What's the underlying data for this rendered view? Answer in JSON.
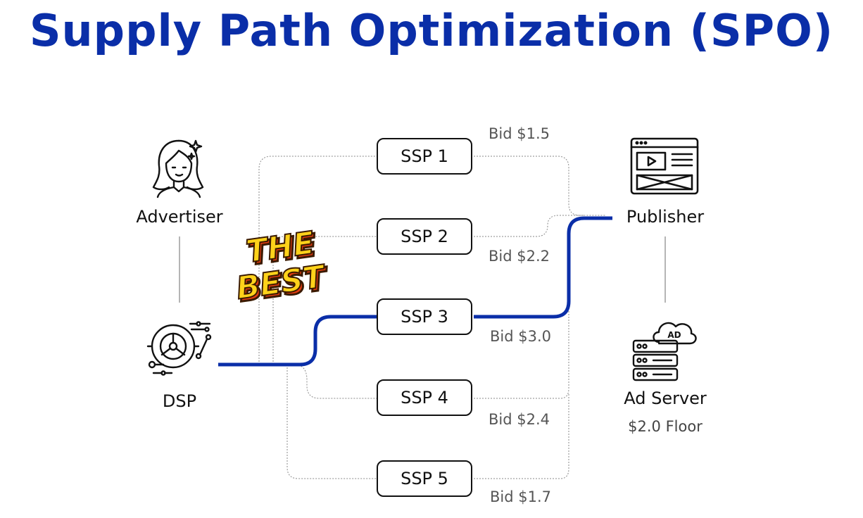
{
  "title": "Supply Path Optimization (SPO)",
  "nodes": {
    "advertiser": "Advertiser",
    "dsp": "DSP",
    "publisher": "Publisher",
    "ad_server": "Ad Server",
    "ad_server_floor": "$2.0 Floor",
    "ad_server_icon_text": "AD"
  },
  "ssps": [
    {
      "label": "SSP 1",
      "bid": "Bid $1.5"
    },
    {
      "label": "SSP 2",
      "bid": "Bid $2.2"
    },
    {
      "label": "SSP 3",
      "bid": "Bid $3.0"
    },
    {
      "label": "SSP 4",
      "bid": "Bid $2.4"
    },
    {
      "label": "SSP 5",
      "bid": "Bid $1.7"
    }
  ],
  "badge": {
    "line1": "THE",
    "line2": "BEST"
  },
  "colors": {
    "accent": "#0a2ea8",
    "badge_fill": "#ffd21a",
    "badge_shadow": "#e23b12"
  },
  "icons": {
    "advertiser": "woman-avatar-icon",
    "dsp": "dsp-dashboard-icon",
    "publisher": "web-page-layout-icon",
    "ad_server": "server-cloud-icon"
  }
}
